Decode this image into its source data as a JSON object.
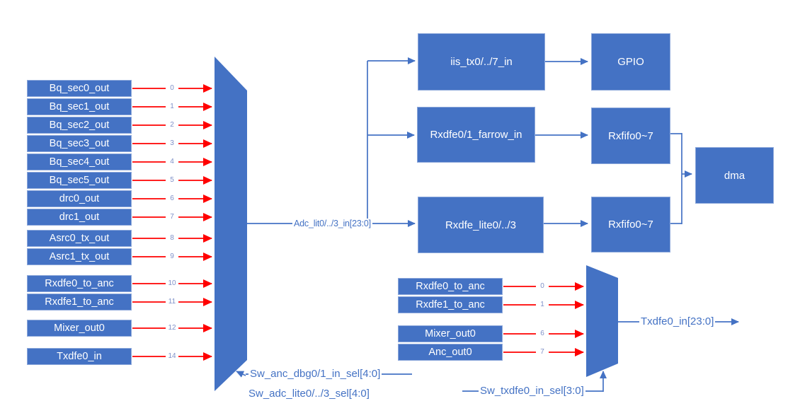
{
  "diagram": {
    "left_mux": {
      "inputs": [
        {
          "label": "Bq_sec0_out",
          "port": "0"
        },
        {
          "label": "Bq_sec1_out",
          "port": "1"
        },
        {
          "label": "Bq_sec2_out",
          "port": "2"
        },
        {
          "label": "Bq_sec3_out",
          "port": "3"
        },
        {
          "label": "Bq_sec4_out",
          "port": "4"
        },
        {
          "label": "Bq_sec5_out",
          "port": "5"
        },
        {
          "label": "drc0_out",
          "port": "6"
        },
        {
          "label": "drc1_out",
          "port": "7"
        },
        {
          "label": "Asrc0_tx_out",
          "port": "8"
        },
        {
          "label": "Asrc1_tx_out",
          "port": "9"
        },
        {
          "label": "Rxdfe0_to_anc",
          "port": "10"
        },
        {
          "label": "Rxdfe1_to_anc",
          "port": "11"
        },
        {
          "label": "Mixer_out0",
          "port": "12"
        },
        {
          "label": "Txdfe0_in",
          "port": "14"
        }
      ],
      "output_label": "Adc_lit0/../3_in[23:0]",
      "select_label_1": "Sw_anc_dbg0/1_in_sel[4:0]",
      "select_label_2": "Sw_adc_lite0/../3_sel[4:0]"
    },
    "blocks": {
      "iis": "iis_tx0/../7_in",
      "gpio": "GPIO",
      "farrow": "Rxdfe0/1_farrow_in",
      "rxfifo_top": "Rxfifo0~7",
      "rxdfe_lite": "Rxdfe_lite0/../3",
      "rxfifo_bottom": "Rxfifo0~7",
      "dma": "dma"
    },
    "right_mux": {
      "inputs": [
        {
          "label": "Rxdfe0_to_anc",
          "port": "0"
        },
        {
          "label": "Rxdfe1_to_anc",
          "port": "1"
        },
        {
          "label": "Mixer_out0",
          "port": "6"
        },
        {
          "label": "Anc_out0",
          "port": "7"
        }
      ],
      "output_label": "Txdfe0_in[23:0]",
      "select_label": "Sw_txdfe0_in_sel[3:0]"
    },
    "colors": {
      "box_fill": "#4472C4",
      "box_border": "#8EA9DB",
      "blue_line": "#4472C4",
      "red_arrow": "#FF0000",
      "port_number": "#7E90C8"
    }
  }
}
